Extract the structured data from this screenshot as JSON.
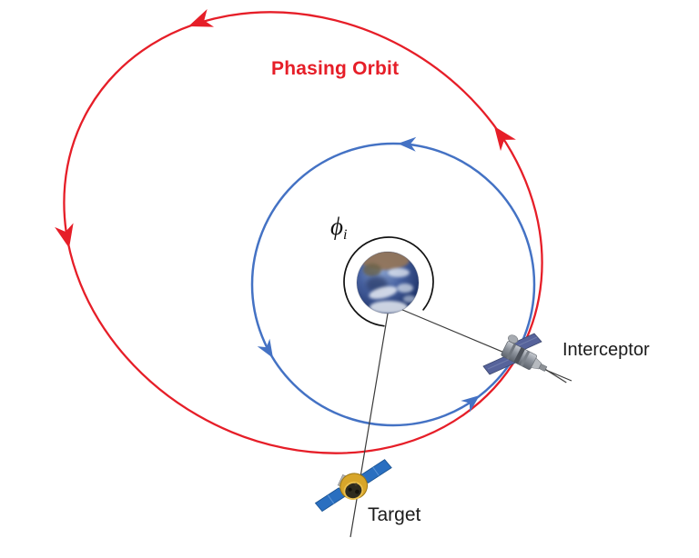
{
  "diagram": {
    "type": "orbital-phasing-rendezvous-diagram",
    "background": "#ffffff",
    "labels": {
      "phasing_orbit": "Phasing Orbit",
      "interceptor": "Interceptor",
      "target": "Target",
      "phase_angle_symbol": "ϕ",
      "phase_angle_subscript": "i"
    },
    "colors": {
      "phasing_orbit": "#e61e28",
      "circular_orbit": "#4472c4",
      "angle_arc": "#111111",
      "radius_lines": "#3a3a3a",
      "label_text": "#1c1c1c",
      "earth_ocean": "#46609f",
      "interceptor_panels": "#56639b",
      "target_panels": "#2a6fc0",
      "target_body": "#d8a62a"
    },
    "icons": {
      "earth": "earth-globe-icon",
      "interceptor_satellite": "interceptor-satellite-icon",
      "target_satellite": "target-satellite-icon",
      "direction_arrow": "orbit-direction-arrow-icon"
    }
  }
}
